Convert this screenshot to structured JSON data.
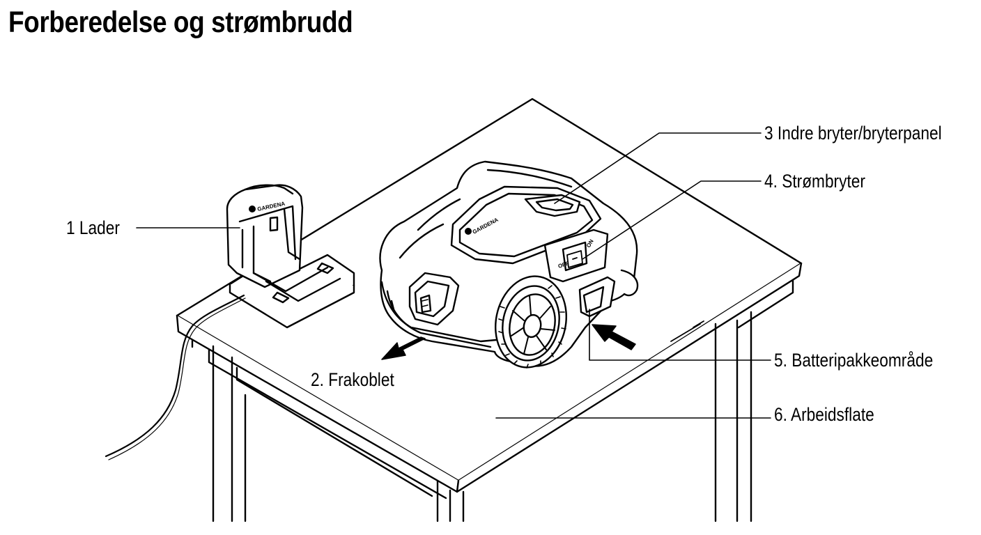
{
  "title": "Forberedelse og strømbrudd",
  "callouts": {
    "charger": "1 Lader",
    "disconnected": "2. Frakoblet",
    "inner_switch_panel": "3 Indre bryter/bryterpanel",
    "power_switch": "4. Strømbryter",
    "battery_pack_area": "5. Batteripakkeområde",
    "work_surface": "6. Arbeidsflate"
  },
  "brand_logos": {
    "charger_logo": "GARDENA",
    "mower_logo": "GARDENA"
  },
  "switch_markings": {
    "off": "OFF",
    "on": "ON"
  },
  "colors": {
    "line": "#000000",
    "background": "#ffffff"
  }
}
